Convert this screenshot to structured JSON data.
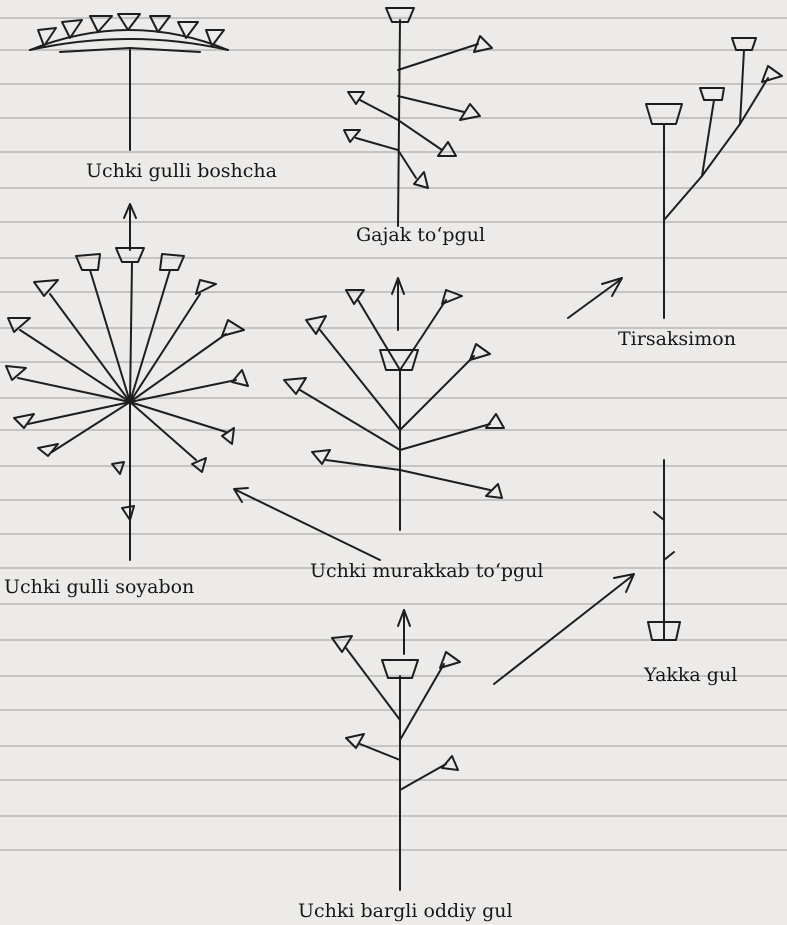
{
  "figure": {
    "labels": {
      "capitulum": "Uchki gulli boshcha",
      "umbel": "Uchki gulli soyabon",
      "corymb": "Gajak to‘pgul",
      "compound": "Uchki murakkab to‘pgul",
      "cincinnus": "Tirsaksimon",
      "solitary": "Yakka gul",
      "terminal_leafy": "Uchki bargli oddiy gul"
    }
  },
  "colors": {
    "ink": "#1e1e1e",
    "paper": "#ecebe9",
    "bleed": "#b9b8b6"
  }
}
